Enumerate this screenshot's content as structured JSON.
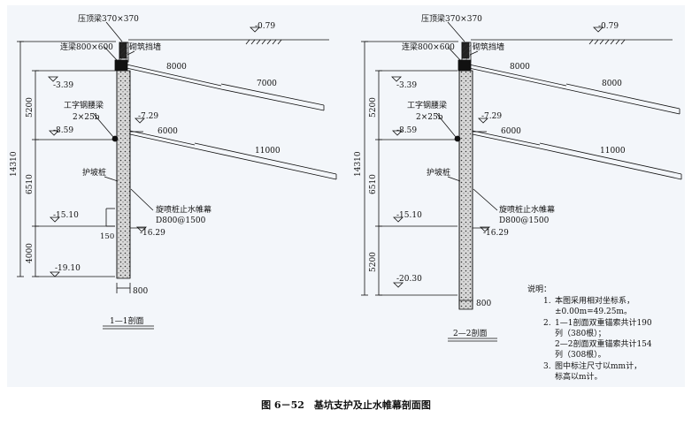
{
  "figure": {
    "caption": "图 6－52　基坑支护及止水帷幕剖面图",
    "background_color": "#f3f6fa"
  },
  "sections": {
    "s1": {
      "title": "1—1剖面",
      "top_beam": "压顶梁370×370",
      "link_beam": "连梁800×600",
      "brick_wall": "砌筑挡墙",
      "waler": "工字钢腰梁",
      "waler_spec": "2×25b",
      "pile": "护坡桩",
      "curtain": "旋喷桩止水帷幕",
      "curtain_spec": "D800@1500",
      "elev_top": "-0.79",
      "elev_1": "-3.39",
      "elev_2": "-7.29",
      "elev_3": "-8.59",
      "elev_4": "-15.10",
      "elev_5": "-16.29",
      "elev_6": "-19.10",
      "anchor1_free": "8000",
      "anchor1_bond": "7000",
      "anchor2_free": "6000",
      "anchor2_bond": "11000",
      "dim_total": "14310",
      "dim_a": "5200",
      "dim_b": "6510",
      "dim_c": "4000",
      "dim_150": "150",
      "pile_width": "800"
    },
    "s2": {
      "title": "2—2剖面",
      "top_beam": "压顶梁370×370",
      "link_beam": "连梁800×600",
      "brick_wall": "砌筑挡墙",
      "waler": "工字钢腰梁",
      "waler_spec": "2×25b",
      "pile": "护坡桩",
      "curtain": "旋喷桩止水帷幕",
      "curtain_spec": "D800@1500",
      "elev_top": "-0.79",
      "elev_1": "-3.39",
      "elev_2": "-7.29",
      "elev_3": "-8.59",
      "elev_4": "-15.10",
      "elev_5": "-16.29",
      "elev_6": "-20.30",
      "anchor1_free": "8000",
      "anchor1_bond": "8000",
      "anchor2_free": "6000",
      "anchor2_bond": "11000",
      "dim_total": "14310",
      "dim_a": "5200",
      "dim_b": "6510",
      "dim_c": "5200",
      "pile_width": "800"
    }
  },
  "notes": {
    "heading": "说明：",
    "n1_num": "1.",
    "n1_l1": "本图采用相对坐标系，",
    "n1_l2": "±0.00m=49.25m。",
    "n2_num": "2.",
    "n2_l1": "1—1剖面双重锚索共计190",
    "n2_l2": "列（380根）；",
    "n2_l3": "2—2剖面双重锚索共计154",
    "n2_l4": "列（308根）。",
    "n3_num": "3.",
    "n3_l1": "图中标注尺寸以mm计，",
    "n3_l2": "标高以m计。"
  }
}
